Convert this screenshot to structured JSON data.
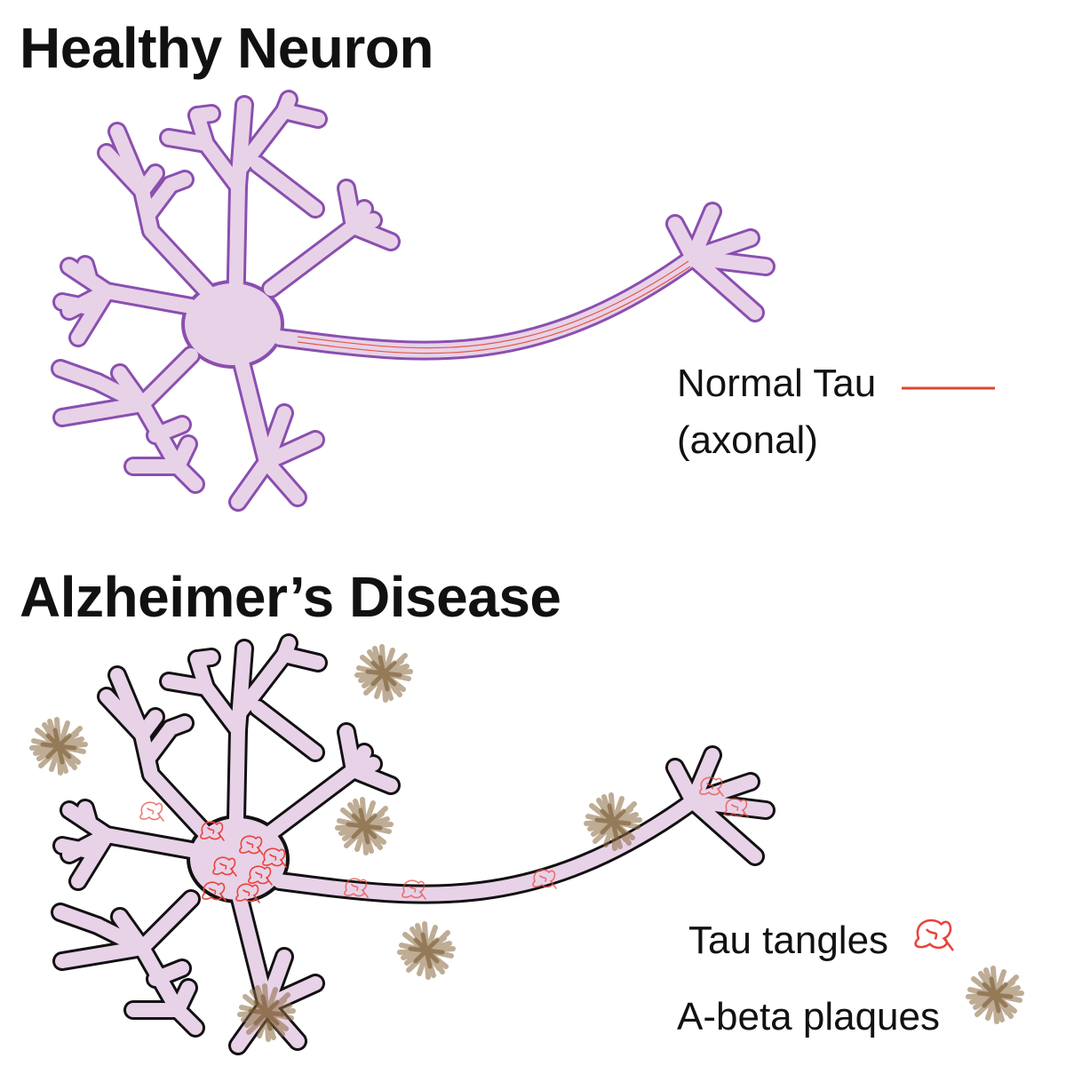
{
  "titles": {
    "healthy": "Healthy Neuron",
    "alzheimers": "Alzheimer’s Disease"
  },
  "legend": {
    "normal_tau_line1": "Normal Tau",
    "normal_tau_line2": "(axonal)",
    "tau_tangles": "Tau tangles",
    "abeta_plaques": "A-beta plaques"
  },
  "colors": {
    "neuron_fill": "#e8d2e8",
    "healthy_outline": "#8a4fb0",
    "disease_outline": "#111111",
    "normal_tau": "#e0442e",
    "tau_tangle": "#e8443a",
    "plaque": "#8a6a3f"
  }
}
